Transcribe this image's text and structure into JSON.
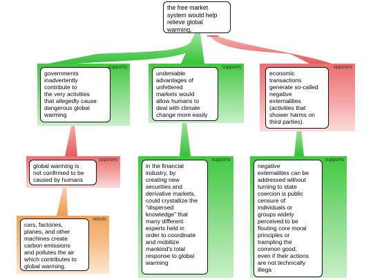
{
  "root": {
    "text": "the free market\nsystem would help\nrelieve global\nwarming."
  },
  "claims": [
    {
      "relation": "supports",
      "text": "governments\ninadvertently\ncontribute to\nthe very activities\nthat allegedly cause\ndangerous global\nwarming",
      "children": [
        {
          "relation": "opposes",
          "text": "global warming is\nnot confirmed to be\ncaused by humans",
          "children": [
            {
              "relation": "rebuts",
              "text": "cars, factories,\nplanes, and other\nmachines create\ncarbon emissions\nand pollutes the air\nwhich contributes to\nglobal warming."
            }
          ]
        }
      ]
    },
    {
      "relation": "supports",
      "text": "undeniable\nadvantages of\nunfettered\nmarkets would\nallow humans to\ndeal with climate\nchange more easily",
      "children": [
        {
          "relation": "supports",
          "text": "in the financial\nindustry, by\ncreating new\nsecurities and\nderivative markets,\ncould crystallize the\n\"dispersed\nknowledge\" that\nmany different\nexperts held in\norder to coordinate\nand mobilize\nmankind's total\nresponse to global\nwarming"
        }
      ]
    },
    {
      "relation": "opposes",
      "text": "economic\ntransactions\ngenerate so-called\nnegative\nexternalities\n(activities that\nshower harms on\nthird parties).",
      "children": [
        {
          "relation": "supports",
          "text": "negative\nexternalities can be\naddressed without\nturning to state\ncoercion is public\ncensure of\nindividuals or\ngroups widely\nperceived to be\nflouting core moral\nprinciples or\ntrampling the\ncommon good,\neven if their actions\nare not technically\nillega"
        }
      ]
    }
  ],
  "colors": {
    "supports": "#3fc93f",
    "opposes": "#ec6e6e",
    "rebuts": "#f3a45c"
  }
}
